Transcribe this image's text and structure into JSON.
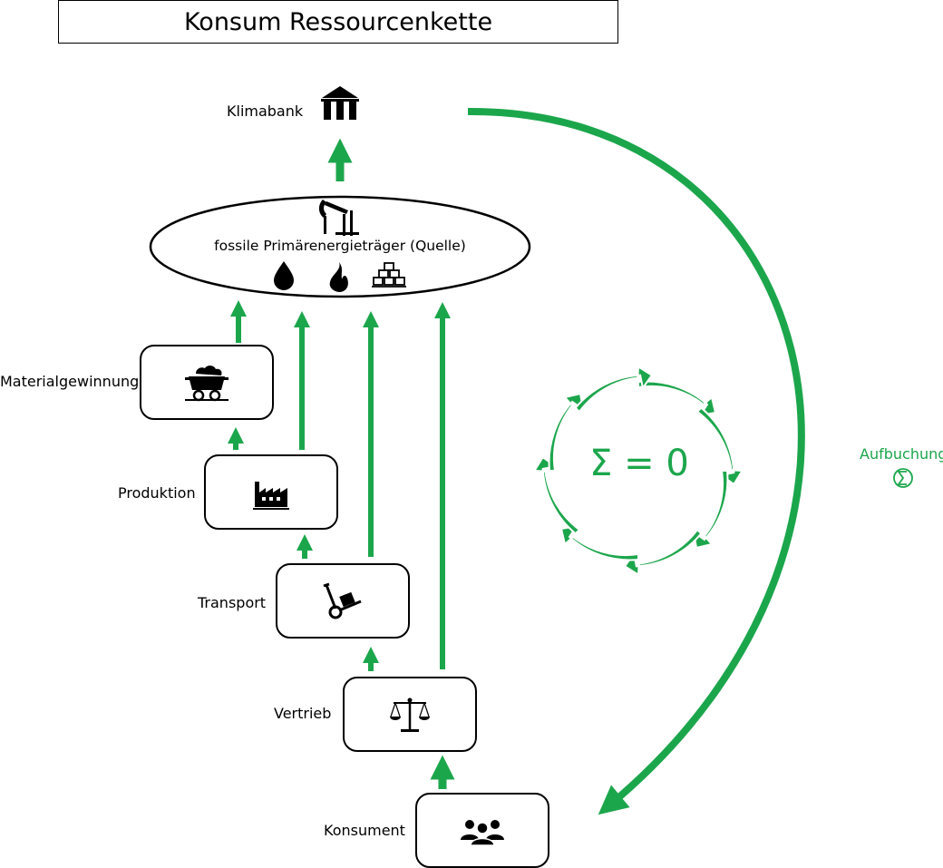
{
  "title": "Konsum Ressourcenkette",
  "top": {
    "label": "Klimabank",
    "icon": "bank-icon"
  },
  "source": {
    "label": "fossile Primärenergieträger (Quelle)",
    "icons": [
      "oil-pump-icon",
      "oil-drop-icon",
      "flame-icon",
      "coal-stack-icon"
    ]
  },
  "chain": [
    {
      "label": "Materialgewinnung",
      "icon": "mine-cart-icon"
    },
    {
      "label": "Produktion",
      "icon": "factory-icon"
    },
    {
      "label": "Transport",
      "icon": "hand-truck-icon"
    },
    {
      "label": "Vertrieb",
      "icon": "scales-icon"
    },
    {
      "label": "Konsument",
      "icon": "people-icon"
    }
  ],
  "cycle": {
    "label": "Σ = 0"
  },
  "booking": {
    "label": "Aufbuchung",
    "icon": "sigma-circle-icon"
  },
  "colors": {
    "accent": "#1ca64c",
    "line": "#000000"
  }
}
